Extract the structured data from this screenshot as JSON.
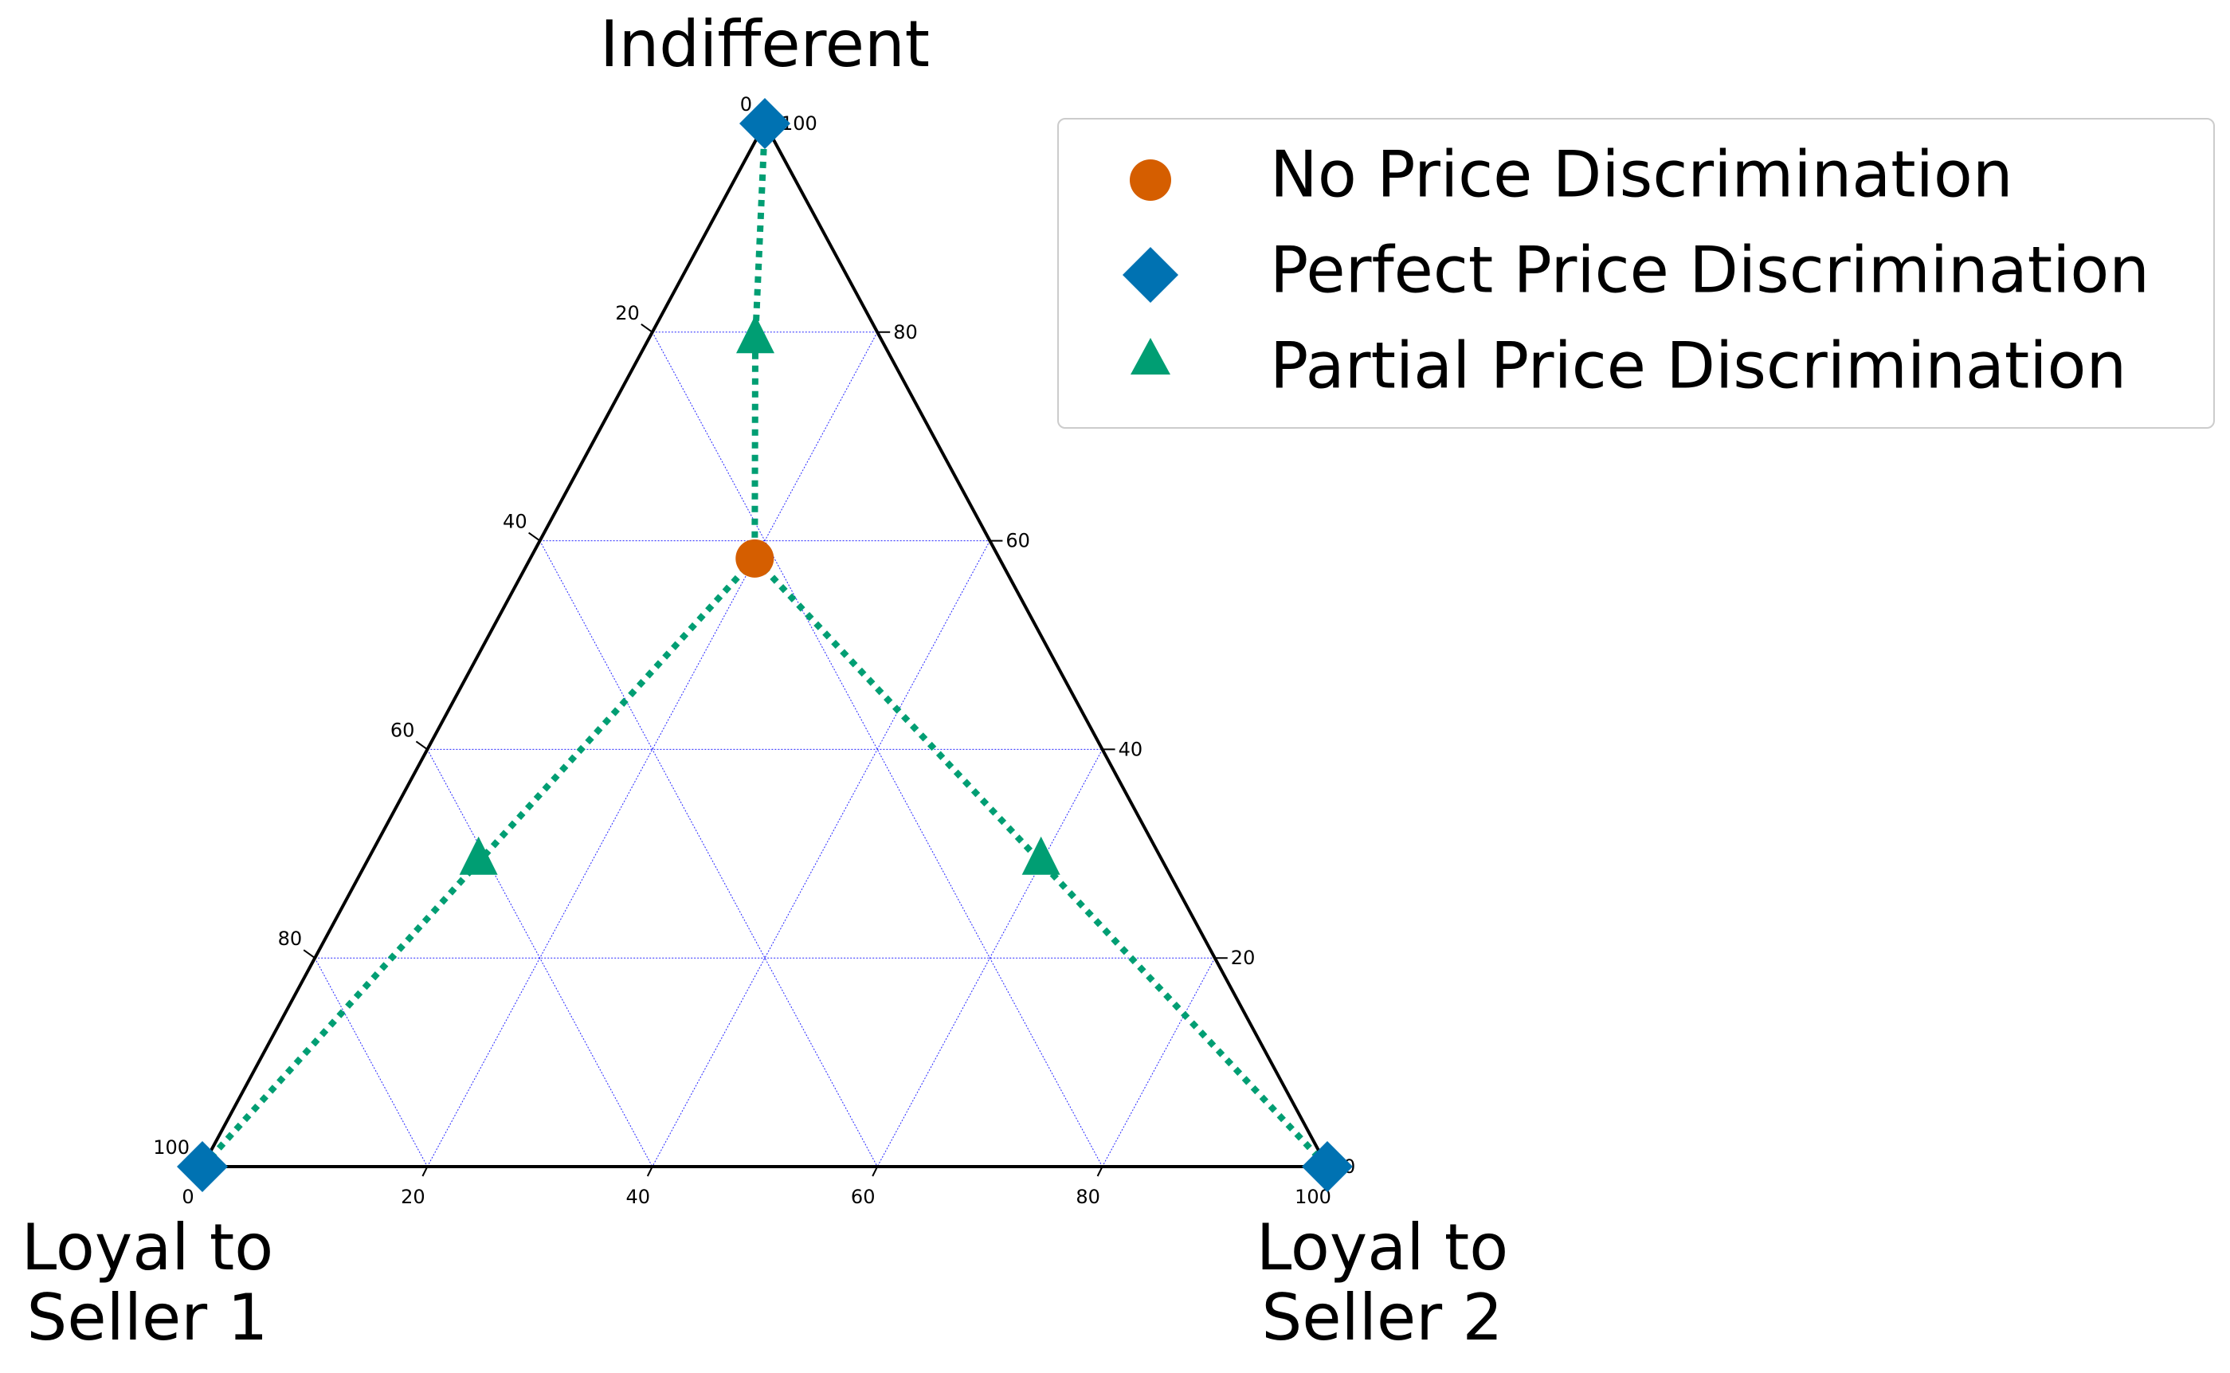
{
  "chart_data": {
    "type": "ternary scatter",
    "axes": {
      "top": "Indifferent",
      "left": "Loyal to\nSeller 1",
      "right": "Loyal to\nSeller 2"
    },
    "ticks": [
      0,
      20,
      40,
      60,
      80,
      100
    ],
    "grid": true,
    "grid_step": 20,
    "legend_position": "upper right",
    "colors": {
      "no_price_discrimination": "#d55e00",
      "perfect_price_discrimination": "#0072b2",
      "partial_price_discrimination": "#009e73",
      "gridline": "#0000ff",
      "frame": "#000000"
    },
    "series": [
      {
        "name": "No Price Discrimination",
        "marker": "circle",
        "color": "#d55e00",
        "points": [
          {
            "indifferent": 58.3,
            "loyal_seller_1": 21.75,
            "loyal_seller_2": 19.95
          }
        ]
      },
      {
        "name": "Perfect Price Discrimination",
        "marker": "diamond",
        "color": "#0072b2",
        "points": [
          {
            "indifferent": 100,
            "loyal_seller_1": 0,
            "loyal_seller_2": 0
          },
          {
            "indifferent": 0,
            "loyal_seller_1": 100,
            "loyal_seller_2": 0
          },
          {
            "indifferent": 0,
            "loyal_seller_1": 0,
            "loyal_seller_2": 100
          }
        ]
      },
      {
        "name": "Partial Price Discrimination",
        "marker": "triangle",
        "color": "#009e73",
        "points": [
          {
            "indifferent": 79.2,
            "loyal_seller_1": 11.25,
            "loyal_seller_2": 9.55
          },
          {
            "indifferent": 29.2,
            "loyal_seller_1": 60.85,
            "loyal_seller_2": 9.95
          },
          {
            "indifferent": 29.2,
            "loyal_seller_1": 10.85,
            "loyal_seller_2": 59.95
          }
        ]
      }
    ],
    "paths": [
      {
        "style": "dotted",
        "color": "#009e73",
        "points": [
          {
            "indifferent": 100,
            "loyal_seller_1": 0,
            "loyal_seller_2": 0
          },
          {
            "indifferent": 79.2,
            "loyal_seller_1": 11.25,
            "loyal_seller_2": 9.55
          },
          {
            "indifferent": 58.3,
            "loyal_seller_1": 21.75,
            "loyal_seller_2": 19.95
          }
        ]
      },
      {
        "style": "dotted",
        "color": "#009e73",
        "points": [
          {
            "indifferent": 58.3,
            "loyal_seller_1": 21.75,
            "loyal_seller_2": 19.95
          },
          {
            "indifferent": 29.2,
            "loyal_seller_1": 60.85,
            "loyal_seller_2": 9.95
          },
          {
            "indifferent": 0,
            "loyal_seller_1": 100,
            "loyal_seller_2": 0
          }
        ]
      },
      {
        "style": "dotted",
        "color": "#009e73",
        "points": [
          {
            "indifferent": 58.3,
            "loyal_seller_1": 21.75,
            "loyal_seller_2": 19.95
          },
          {
            "indifferent": 29.2,
            "loyal_seller_1": 10.85,
            "loyal_seller_2": 59.95
          },
          {
            "indifferent": 0,
            "loyal_seller_1": 0,
            "loyal_seller_2": 100
          }
        ]
      }
    ]
  },
  "legend": {
    "items": [
      {
        "label": "No Price Discrimination",
        "marker": "circle",
        "color": "#d55e00"
      },
      {
        "label": "Perfect Price Discrimination",
        "marker": "diamond",
        "color": "#0072b2"
      },
      {
        "label": "Partial Price Discrimination",
        "marker": "triangle",
        "color": "#009e73"
      }
    ]
  }
}
